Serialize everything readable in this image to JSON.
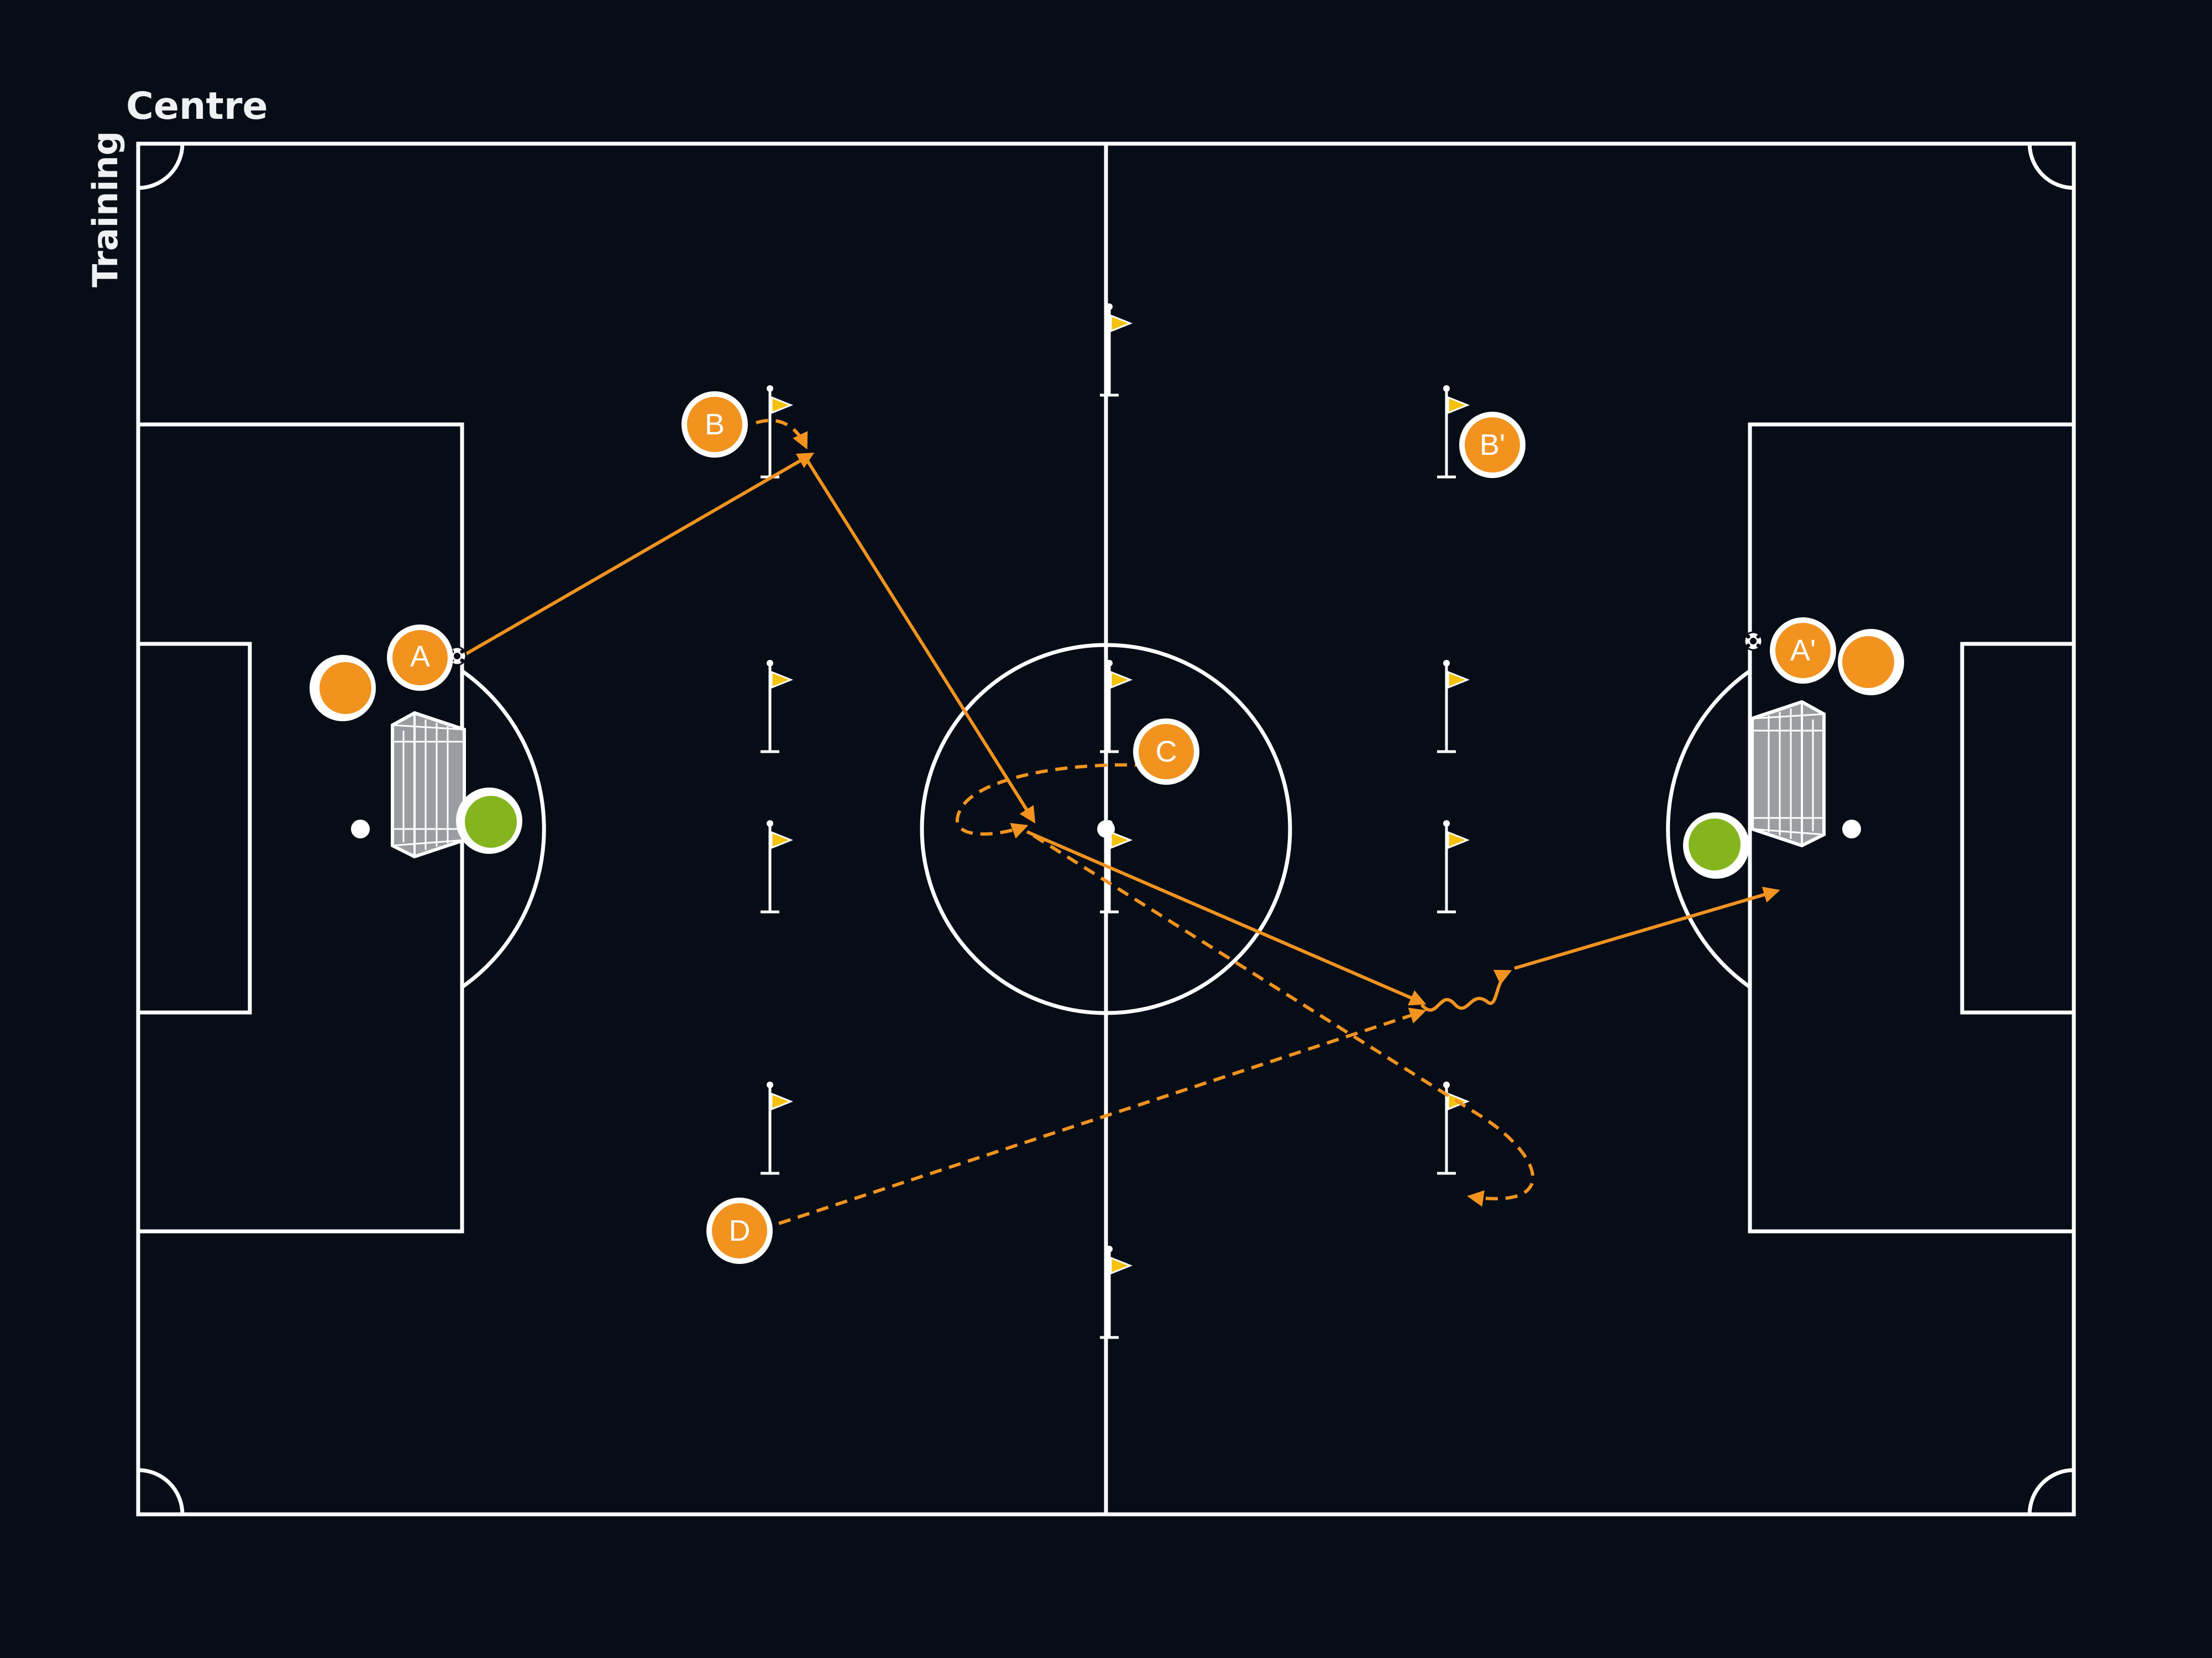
{
  "logo": {
    "word1": "Training",
    "word2": "Centre"
  },
  "colors": {
    "background": "#070d17",
    "lines": "#ffffff",
    "team_orange": "#f29320",
    "keeper_green": "#85b51e",
    "cone_flag": "#f4c20d",
    "goal_net": "#9a9da2"
  },
  "players": [
    {
      "id": "player-a",
      "label": "A",
      "role": "attacker"
    },
    {
      "id": "player-b",
      "label": "B",
      "role": "attacker"
    },
    {
      "id": "player-c",
      "label": "C",
      "role": "attacker"
    },
    {
      "id": "player-d",
      "label": "D",
      "role": "attacker"
    },
    {
      "id": "player-a-prime",
      "label": "A'",
      "role": "attacker"
    },
    {
      "id": "player-b-prime",
      "label": "B'",
      "role": "attacker"
    },
    {
      "id": "player-waiting-left",
      "label": "",
      "role": "waiting player"
    },
    {
      "id": "player-waiting-right",
      "label": "",
      "role": "waiting player"
    },
    {
      "id": "goalkeeper-left",
      "label": "",
      "role": "goalkeeper"
    },
    {
      "id": "goalkeeper-right",
      "label": "",
      "role": "goalkeeper"
    }
  ],
  "legend_icons": [
    "pass-arrow",
    "run-arrow-dashed",
    "dribble-arrow",
    "flag-pole-icon",
    "ball-icon",
    "goal-icon"
  ]
}
